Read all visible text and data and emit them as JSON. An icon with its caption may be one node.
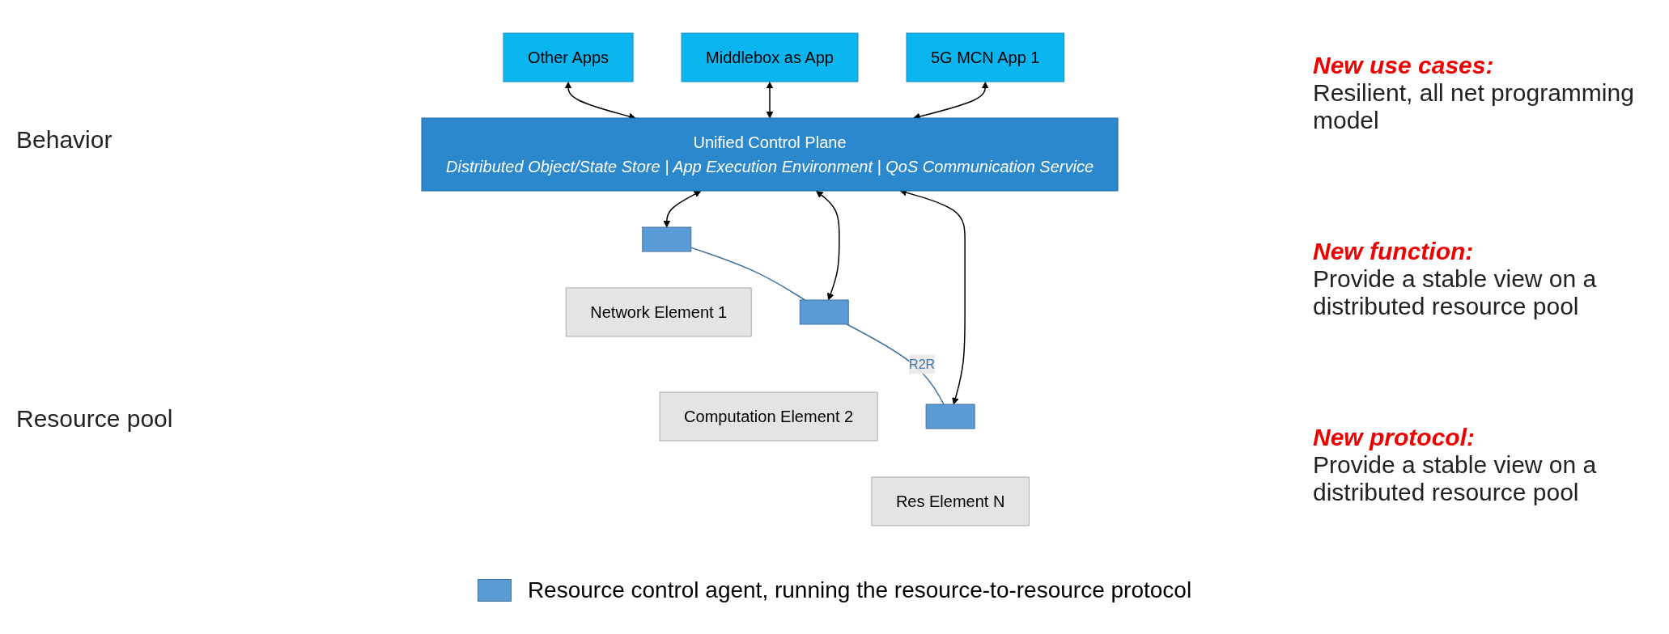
{
  "diagram": {
    "nodes": [
      {
        "text": [
          "5G MCN App 1"
        ]
      },
      {
        "text": [
          "Middlebox as App"
        ]
      },
      {
        "text": [
          "Other Apps"
        ]
      },
      {
        "text": [
          "Unified Control Plane",
          "Distributed Object/State Store | App Execution Environment | QoS Communication Service"
        ]
      },
      {
        "text": [
          "Network Element 1"
        ]
      },
      {
        "text": [
          "Computation Element 2"
        ]
      },
      {
        "text": [
          "Res Element N"
        ]
      },
      {
        "text": [],
        "shape": "box"
      },
      {
        "text": [],
        "shape": "box"
      },
      {
        "text": [],
        "shape": "box"
      }
    ],
    "edges": [
      {
        "from": 0,
        "to": 3,
        "arrow": "both"
      },
      {
        "from": 1,
        "to": 3,
        "arrow": "both"
      },
      {
        "from": 2,
        "to": 3,
        "arrow": "both"
      },
      {
        "from": 3,
        "to": 7,
        "arrow": "both"
      },
      {
        "from": 3,
        "to": 8,
        "arrow": "both"
      },
      {
        "from": 3,
        "to": 9,
        "arrow": "both"
      },
      {
        "from": 7,
        "to": 8,
        "arrow": "none",
        "color": "#41719c"
      },
      {
        "from": 8,
        "to": 9,
        "arrow": "none",
        "label": "R2R",
        "color": "#41719c"
      }
    ],
    "labels": [
      "Behavior",
      "Resource pool",
      "New use cases:",
      "Resilient, all net programming model",
      "New function:",
      "Provide a stable view on a distributed resource pool",
      "New protocol:",
      "Provide a stable view on a distributed resource pool"
    ],
    "legend": [
      {
        "text": "Resource control agent, running the resource-to-resource protocol",
        "color": "#5b9bd5"
      }
    ]
  }
}
